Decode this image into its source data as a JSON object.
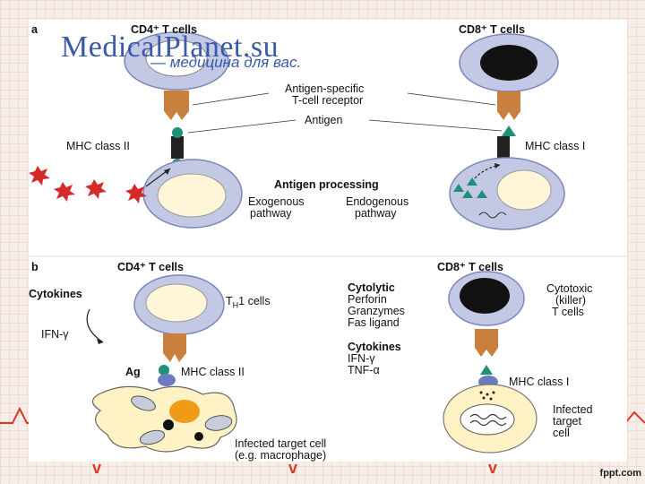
{
  "watermark": {
    "site": "MedicalPlanet.su",
    "tagline": "— медицина для вас."
  },
  "footer": {
    "brand": "fppt.com"
  },
  "panel_a": {
    "letter": "a",
    "cd4_title": "CD4⁺ T cells",
    "cd8_title": "CD8⁺ T cells",
    "receptor_label_1": "Antigen-specific",
    "receptor_label_2": "T-cell receptor",
    "antigen_label": "Antigen",
    "mhc2": "MHC class II",
    "mhc1": "MHC class I",
    "processing": "Antigen processing",
    "exo_1": "Exogenous",
    "exo_2": "pathway",
    "endo_1": "Endogenous",
    "endo_2": "pathway"
  },
  "panel_b": {
    "letter": "b",
    "cd4_title": "CD4⁺ T cells",
    "cd8_title": "CD8⁺ T cells",
    "cytokines": "Cytokines",
    "th1": "T",
    "th1_sub": "H",
    "th1_rest": "1 cells",
    "ifn": "IFN-γ",
    "ag": "Ag",
    "mhc2": "MHC class II",
    "infected_1": "Infected target cell",
    "infected_2": "(e.g. macrophage)",
    "cytolytic": "Cytolytic",
    "perforin": "Perforin",
    "granzymes": "Granzymes",
    "fas": "Fas ligand",
    "cytokines2": "Cytokines",
    "ifn2": "IFN-γ",
    "tnf": "TNF-α",
    "cytotoxic_1": "Cytotoxic",
    "cytotoxic_2": "(killer)",
    "cytotoxic_3": "T cells",
    "mhc1": "MHC class I",
    "infected_r1": "Infected",
    "infected_r2": "target",
    "infected_r3": "cell"
  }
}
